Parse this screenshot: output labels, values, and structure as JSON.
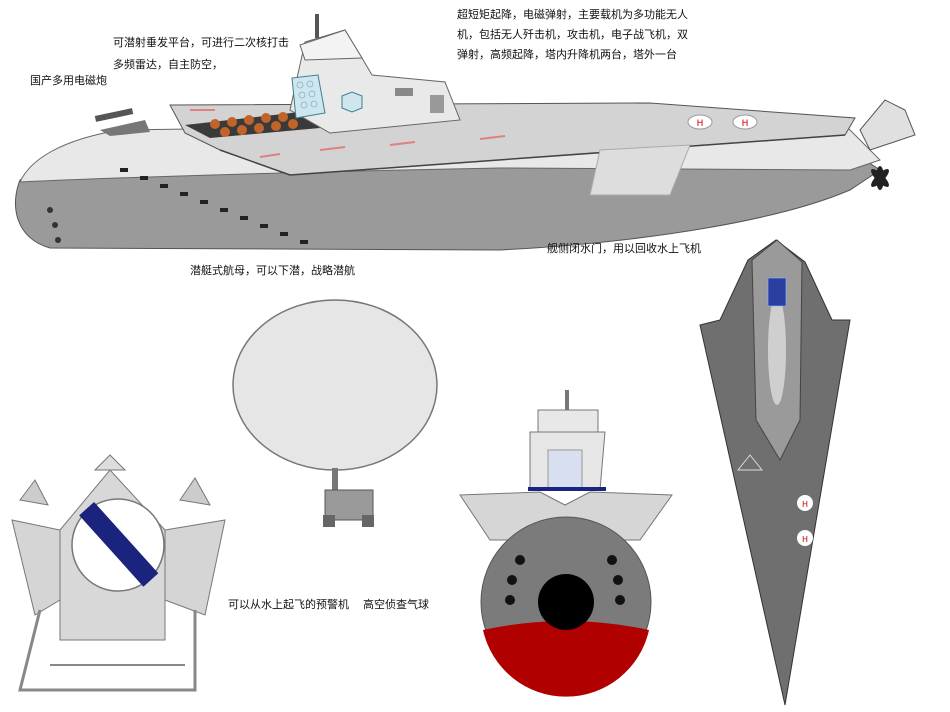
{
  "labels": {
    "vls": "可潜射垂发平台，可进行二次核打击",
    "radar": "多频雷达，自主防空，",
    "railgun": "国产多用电磁炮",
    "stol_line1": "超短矩起降，电磁弹射，主要载机为多功能无人",
    "stol_line2": "机，包括无人歼击机，攻击机，电子战飞机，双",
    "stol_line3": "弹射，高频起降，塔内升降机两台，塔外一台",
    "submarine_carrier": "潜艇式航母，可以下潜，战略潜航",
    "side_door": "舰侧闭水门，用以回收水上飞机",
    "aew": "可以从水上起飞的预警机",
    "balloon": "高空侦查气球"
  },
  "helipad_mark": "H",
  "colors": {
    "hull_light": "#e6e6e6",
    "hull_dark": "#9a9a9a",
    "deck": "#d0d0d0",
    "top_view": "#6f6f6f",
    "accent_red": "#b10000",
    "accent_blue": "#1a237e",
    "glass": "#cfe6ef"
  }
}
